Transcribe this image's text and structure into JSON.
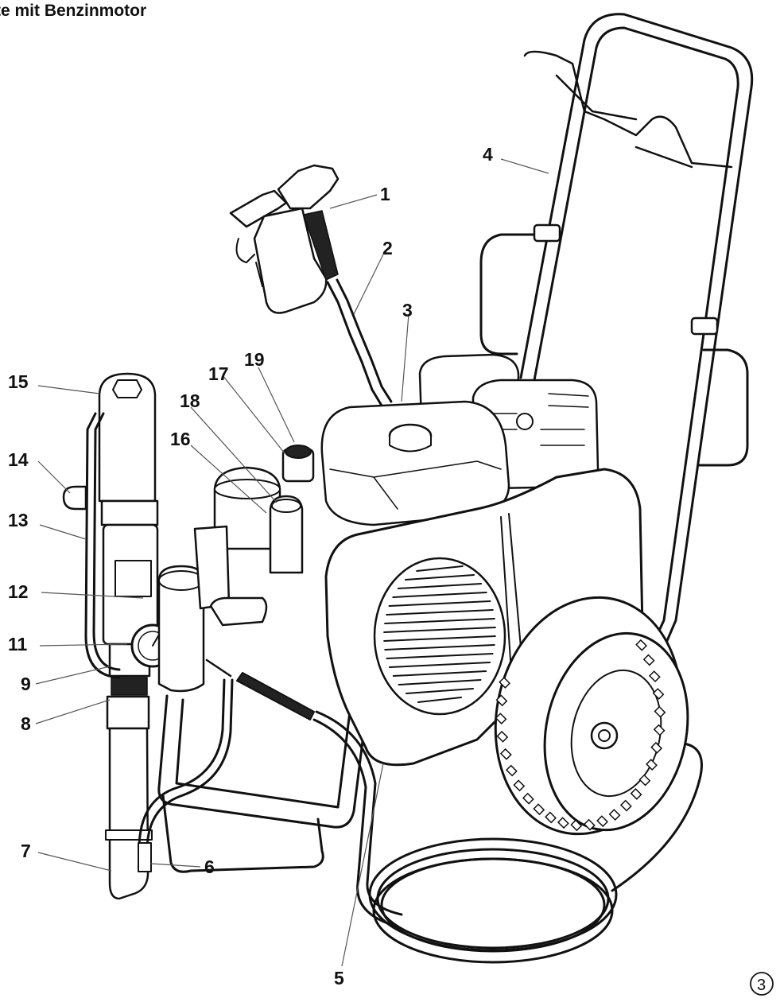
{
  "title": "te mit Benzinmotor",
  "figure_number": "3",
  "callouts": [
    {
      "id": "c1",
      "label": "1"
    },
    {
      "id": "c2",
      "label": "2"
    },
    {
      "id": "c3",
      "label": "3"
    },
    {
      "id": "c4",
      "label": "4"
    },
    {
      "id": "c5",
      "label": "5"
    },
    {
      "id": "c6",
      "label": "6"
    },
    {
      "id": "c7",
      "label": "7"
    },
    {
      "id": "c8",
      "label": "8"
    },
    {
      "id": "c9",
      "label": "9"
    },
    {
      "id": "c11",
      "label": "11"
    },
    {
      "id": "c12",
      "label": "12"
    },
    {
      "id": "c13",
      "label": "13"
    },
    {
      "id": "c14",
      "label": "14"
    },
    {
      "id": "c15",
      "label": "15"
    },
    {
      "id": "c16",
      "label": "16"
    },
    {
      "id": "c17",
      "label": "17"
    },
    {
      "id": "c18",
      "label": "18"
    },
    {
      "id": "c19",
      "label": "19"
    }
  ]
}
